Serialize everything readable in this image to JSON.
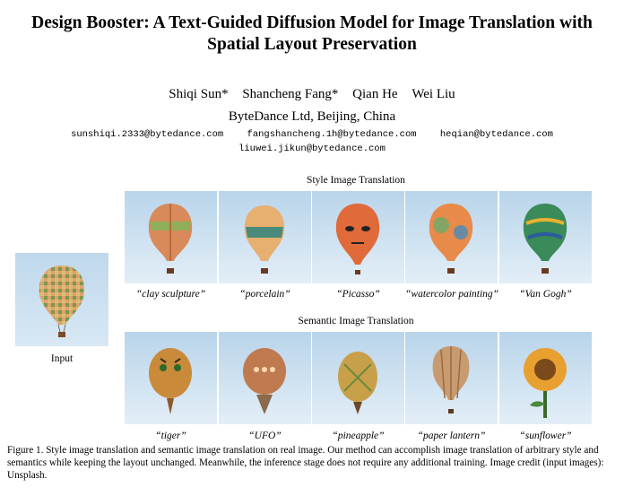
{
  "paper": {
    "title_line1": "Design Booster: A Text-Guided Diffusion Model for Image Translation with",
    "title_line2": "Spatial Layout Preservation",
    "authors": [
      "Shiqi Sun*",
      "Shancheng Fang*",
      "Qian He",
      "Wei Liu"
    ],
    "affiliation": "ByteDance Ltd, Beijing, China",
    "emails_row1": [
      "sunshiqi.2333@bytedance.com",
      "fangshancheng.1h@bytedance.com",
      "heqian@bytedance.com"
    ],
    "emails_row2": "liuwei.jikun@bytedance.com"
  },
  "figure": {
    "style_title": "Style Image Translation",
    "semantic_title": "Semantic Image Translation",
    "input_label": "Input",
    "style_captions": [
      "“clay sculpture”",
      "“porcelain”",
      "“Picasso”",
      "“watercolor painting”",
      "“Van Gogh”"
    ],
    "semantic_captions": [
      "“tiger”",
      "“UFO”",
      "“pineapple”",
      "“paper lantern”",
      "“sunflower”"
    ],
    "caption": "Figure 1. Style image translation and semantic image translation on real image. Our method can accomplish image translation of arbitrary style and semantics while keeping the layout unchanged. Meanwhile, the inference stage does not require any additional training. Image credit (input images): Unsplash."
  },
  "colors": {
    "sky_top": "#b9d4ea",
    "sky_bottom": "#e3eef7"
  }
}
